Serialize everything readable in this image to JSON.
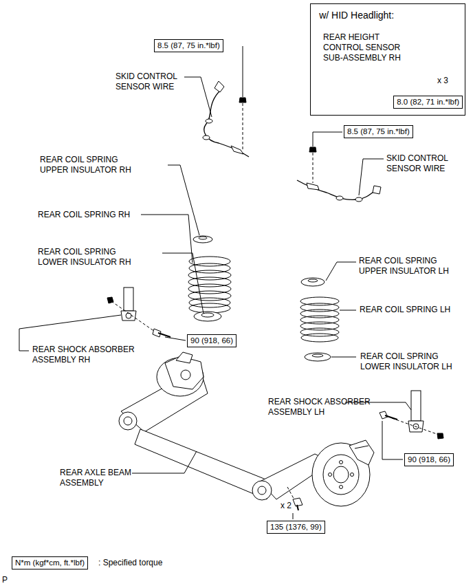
{
  "diagram": {
    "nodes": [
      {
        "text": [
          "w/ HID Headlight:"
        ]
      },
      {
        "text": [
          "8.0 (82, 71 in.*lbf)"
        ],
        "in": 0
      },
      {
        "text": [
          "8.5 (87, 75 in.*lbf)"
        ]
      },
      {
        "text": [
          "8.5 (87, 75 in.*lbf)"
        ]
      },
      {
        "text": [
          "90 (918, 66)"
        ]
      },
      {
        "text": [
          "90 (918, 66)"
        ]
      },
      {
        "text": [
          "135 (1376, 99)"
        ]
      },
      {
        "text": [
          "N*m (kgf*cm, ft.*lbf)"
        ]
      }
    ],
    "edges": [],
    "labels": [
      "REAR HEIGHT CONTROL SENSOR SUB-ASSEMBLY RH",
      "x 3",
      "SKID CONTROL SENSOR WIRE",
      "SKID CONTROL SENSOR WIRE",
      "REAR COIL SPRING UPPER INSULATOR RH",
      "REAR COIL SPRING RH",
      "REAR COIL SPRING LOWER INSULATOR RH",
      "REAR SHOCK ABSORBER ASSEMBLY RH",
      "REAR COIL SPRING UPPER INSULATOR LH",
      "REAR COIL SPRING LH",
      "REAR COIL SPRING LOWER INSULATOR LH",
      "REAR SHOCK ABSORBER ASSEMBLY LH",
      "REAR AXLE BEAM ASSEMBLY",
      "x 2",
      ": Specified torque",
      "P"
    ]
  }
}
